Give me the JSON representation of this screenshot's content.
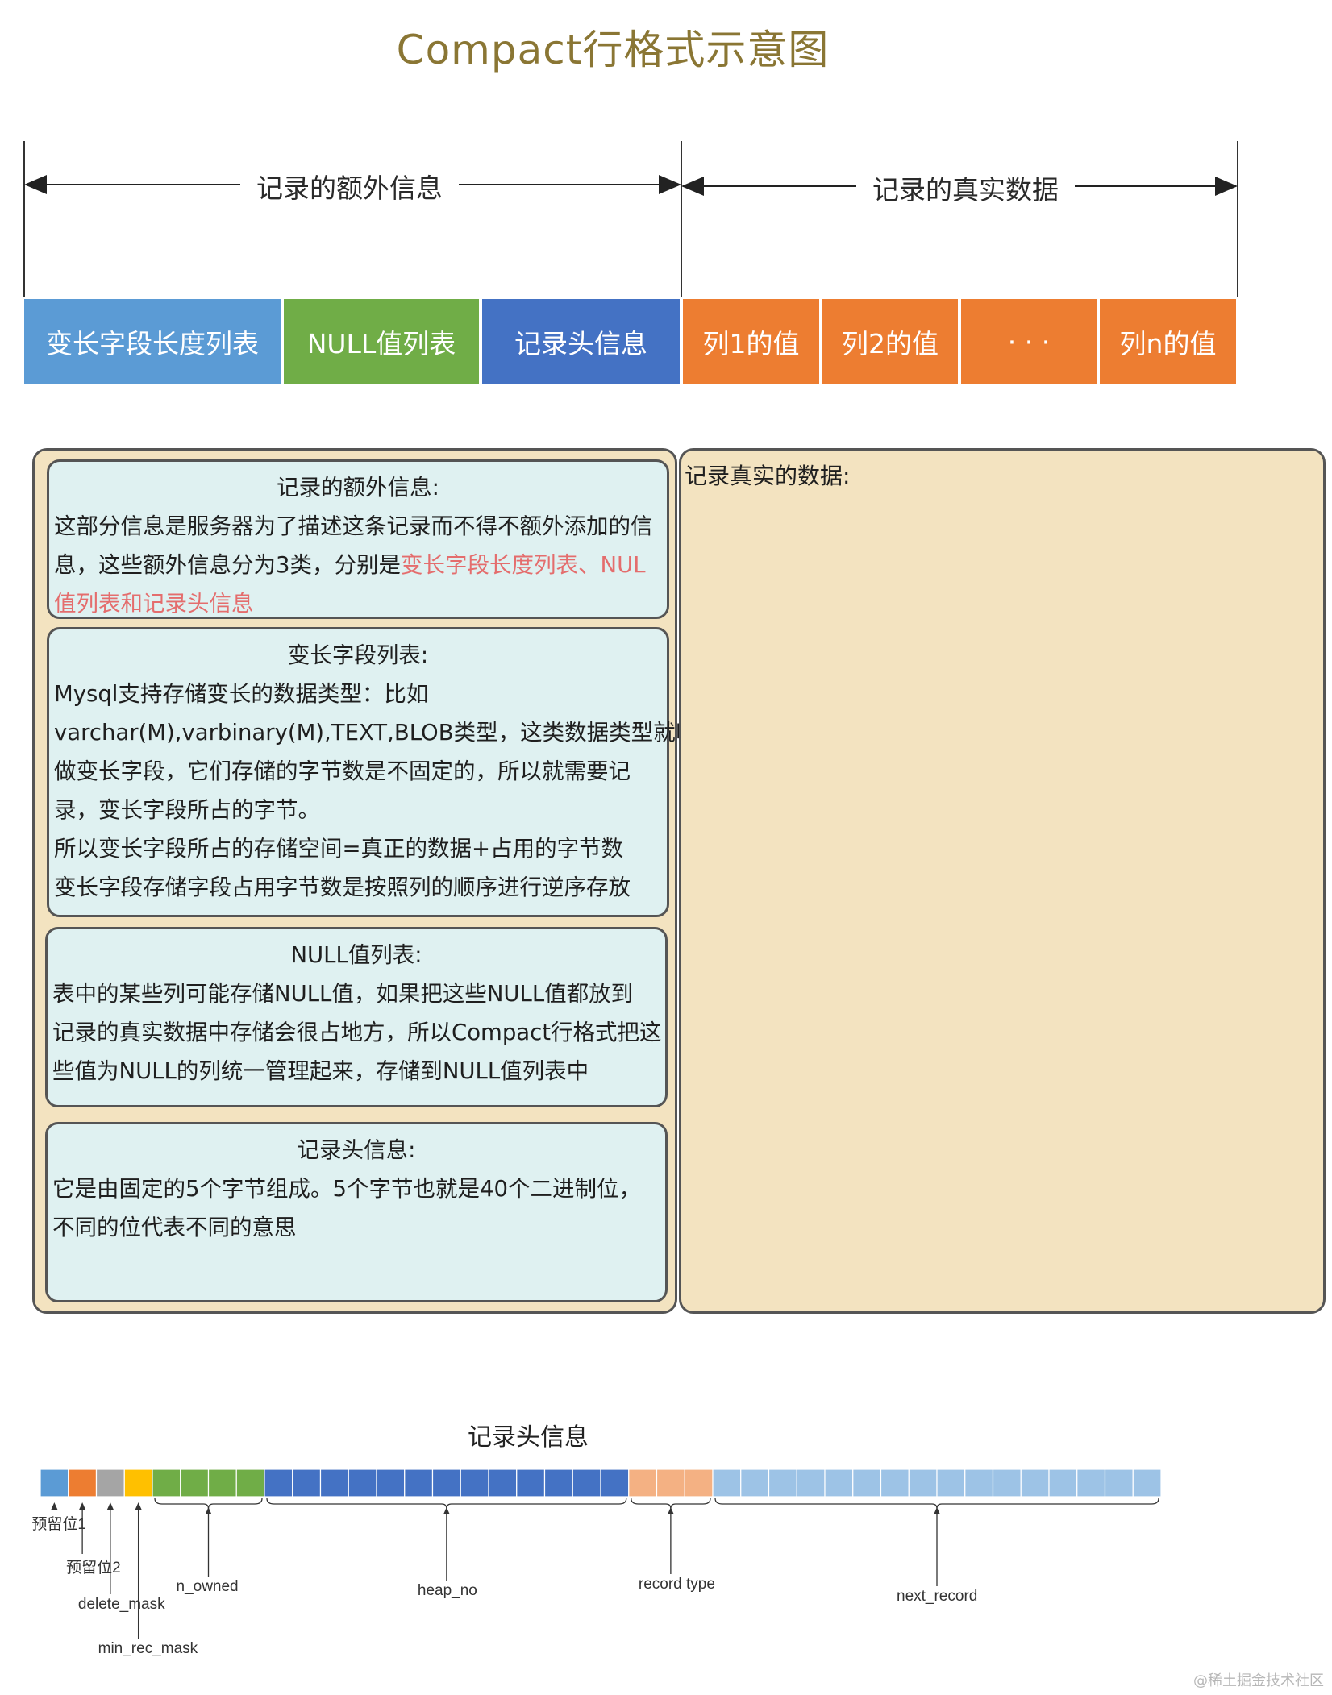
{
  "title": "Compact行格式示意图",
  "headers": {
    "extra": "记录的额外信息",
    "real": "记录的真实数据"
  },
  "cells": [
    {
      "label": "变长字段长度列表",
      "color": "#5b9bd5"
    },
    {
      "label": "NULL值列表",
      "color": "#70ad47"
    },
    {
      "label": "记录头信息",
      "color": "#4472c4"
    },
    {
      "label": "列1的值",
      "color": "#ed7d31"
    },
    {
      "label": "列2的值",
      "color": "#ed7d31"
    },
    {
      "label": "· · ·",
      "color": "#ed7d31"
    },
    {
      "label": "列n的值",
      "color": "#ed7d31"
    }
  ],
  "boxes": {
    "extra_info": {
      "heading": "记录的额外信息:",
      "line1": "这部分信息是服务器为了描述这条记录而不得不额外添加的信",
      "line2_plain": "息，这些额外信息分为3类，分别是",
      "line2_highlight": "变长字段长度列表、NUL",
      "line3_highlight": "值列表和记录头信息"
    },
    "var_len": {
      "heading": "变长字段列表:",
      "lines": [
        "Mysql支持存储变长的数据类型：比如",
        "varchar(M),varbinary(M),TEXT,BLOB类型，这类数据类型就叫",
        "做变长字段，它们存储的字节数是不固定的，所以就需要记",
        "录，变长字段所占的字节。",
        "所以变长字段所占的存储空间=真正的数据+占用的字节数",
        "变长字段存储字段占用字节数是按照列的顺序进行逆序存放"
      ]
    },
    "null_list": {
      "heading": "NULL值列表:",
      "lines": [
        "表中的某些列可能存储NULL值，如果把这些NULL值都放到",
        "记录的真实数据中存储会很占地方，所以Compact行格式把这",
        "些值为NULL的列统一管理起来，存储到NULL值列表中"
      ]
    },
    "record_header": {
      "heading": "记录头信息:",
      "lines": [
        "它是由固定的5个字节组成。5个字节也就是40个二进制位，",
        "不同的位代表不同的意思"
      ]
    },
    "real_data": {
      "heading": "记录真实的数据:"
    }
  },
  "record_header_diagram": {
    "title": "记录头信息",
    "fields": [
      {
        "name": "预留位1",
        "bits": 1,
        "color": "#5b9bd5"
      },
      {
        "name": "预留位2",
        "bits": 1,
        "color": "#ed7d31"
      },
      {
        "name": "delete_mask",
        "bits": 1,
        "color": "#a5a5a5"
      },
      {
        "name": "min_rec_mask",
        "bits": 1,
        "color": "#ffc000"
      },
      {
        "name": "n_owned",
        "bits": 4,
        "color": "#70ad47"
      },
      {
        "name": "heap_no",
        "bits": 13,
        "color": "#4472c4"
      },
      {
        "name": "record type",
        "bits": 3,
        "color": "#f4b183"
      },
      {
        "name": "next_record",
        "bits": 16,
        "color": "#9dc3e6"
      }
    ]
  },
  "watermark": "@稀土掘金技术社区"
}
